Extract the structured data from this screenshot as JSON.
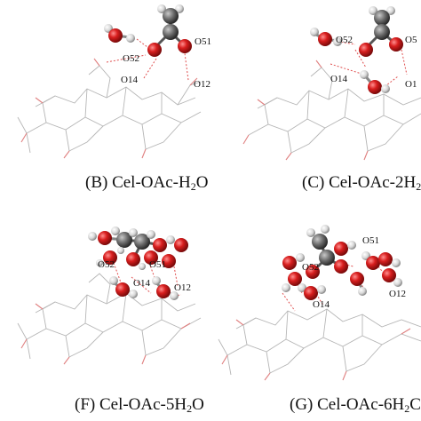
{
  "panels": [
    {
      "id": "B",
      "caption": {
        "prefix": "(B) Cel-OAc-H",
        "sub": "2",
        "suffix": "O"
      },
      "atom_labels": [
        "O52",
        "O51",
        "O14",
        "O12"
      ]
    },
    {
      "id": "C",
      "caption": {
        "prefix": "(C) Cel-OAc-2H",
        "sub": "2",
        "suffix": "O"
      },
      "atom_labels": [
        "O52",
        "O5",
        "O14",
        "O1"
      ]
    },
    {
      "id": "F",
      "caption": {
        "prefix": "(F) Cel-OAc-5H",
        "sub": "2",
        "suffix": "O"
      },
      "atom_labels": [
        "O52",
        "O51",
        "O14",
        "O12"
      ]
    },
    {
      "id": "G",
      "caption": {
        "prefix": "(G) Cel-OAc-6H",
        "sub": "2",
        "suffix": "C"
      },
      "atom_labels": [
        "O51",
        "O52",
        "O14",
        "O12"
      ]
    }
  ],
  "colors": {
    "oxygen": "#d62020",
    "hydrogen": "#e6e6e6",
    "carbon": "#6e6e6e",
    "bond_wire": "#b0b0b0",
    "wire_oxygen": "#e08080",
    "hbond": "#e05050"
  }
}
